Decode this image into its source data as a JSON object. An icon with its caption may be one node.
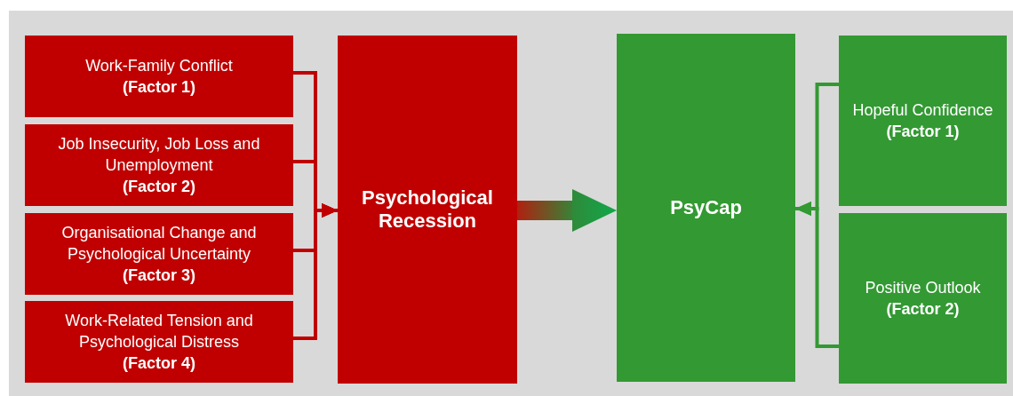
{
  "diagram": {
    "nodes": [
      {
        "text": [
          "Work-Family Conflict",
          "(Factor 1)"
        ]
      },
      {
        "text": [
          "Job Insecurity, Job Loss and Unemployment",
          "(Factor 2)"
        ]
      },
      {
        "text": [
          "Organisational Change and Psychological Uncertainty",
          "(Factor 3)"
        ]
      },
      {
        "text": [
          "Work-Related Tension and Psychological Distress",
          "(Factor 4)"
        ]
      },
      {
        "text": [
          "Psychological Recession"
        ]
      },
      {
        "text": [
          "PsyCap"
        ]
      },
      {
        "text": [
          "Hopeful Confidence",
          "(Factor 1)"
        ]
      },
      {
        "text": [
          "Positive Outlook",
          "(Factor 2)"
        ]
      }
    ],
    "edges": [
      {
        "from": 0,
        "to": 4,
        "arrow": "to"
      },
      {
        "from": 1,
        "to": 4,
        "arrow": "to"
      },
      {
        "from": 2,
        "to": 4,
        "arrow": "to"
      },
      {
        "from": 3,
        "to": 4,
        "arrow": "to"
      },
      {
        "from": 4,
        "to": 5,
        "arrow": "to",
        "style": "thick"
      },
      {
        "from": 6,
        "to": 5,
        "arrow": "to",
        "color": "#339933"
      },
      {
        "from": 7,
        "to": 5,
        "arrow": "to",
        "color": "#339933"
      }
    ]
  }
}
